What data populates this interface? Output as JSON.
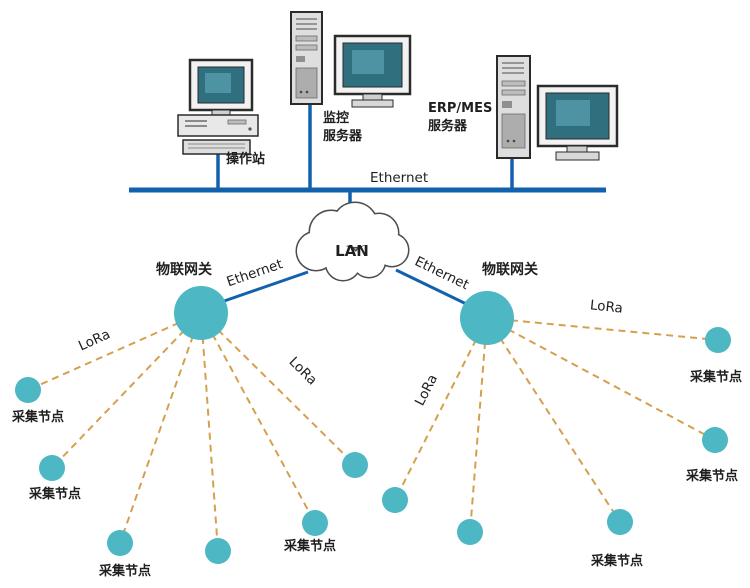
{
  "devices": {
    "operator_station": {
      "label": "操作站"
    },
    "monitor_server": {
      "label_line1": "监控",
      "label_line2": "服务器"
    },
    "erp_mes_server": {
      "label_line1": "ERP/MES",
      "label_line2": "服务器"
    }
  },
  "network": {
    "bus_label": "Ethernet",
    "lan_label": "LAN",
    "left_link_label": "Ethernet",
    "right_link_label": "Ethernet",
    "gateway_left_label": "物联网关",
    "gateway_right_label": "物联网关"
  },
  "lora_links": {
    "left_outer_label": "LoRa",
    "left_inner_label": "LoRa",
    "right_inner_label": "LoRa",
    "right_outer_label": "LoRa"
  },
  "sensor_nodes": {
    "labels": [
      "采集节点",
      "采集节点",
      "采集节点",
      "采集节点",
      "采集节点",
      "采集节点",
      "采集节点"
    ]
  },
  "colors": {
    "ethernet_blue": "#1261ae",
    "teal_node": "#4db7c4",
    "lora_dash": "#d5a04e",
    "screen_teal": "#2f6f7e",
    "text_dark": "#1f1f1f"
  }
}
